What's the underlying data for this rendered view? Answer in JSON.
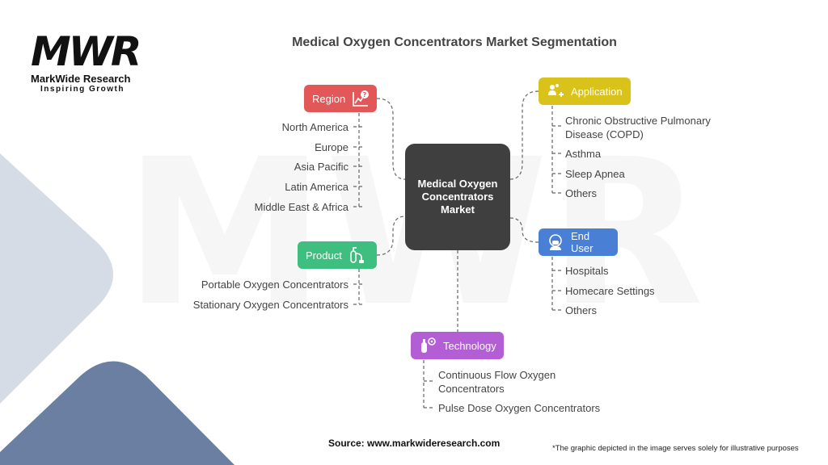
{
  "logo": {
    "mark": "MWR",
    "name": "MarkWide Research",
    "tagline": "Inspiring Growth"
  },
  "title": "Medical Oxygen Concentrators Market Segmentation",
  "center": "Medical Oxygen Concentrators Market",
  "categories": {
    "region": {
      "label": "Region",
      "color": "#e25757",
      "icon": "chart-question-icon",
      "items": [
        "North America",
        "Europe",
        "Asia Pacific",
        "Latin America",
        "Middle East & Africa"
      ]
    },
    "product": {
      "label": "Product",
      "color": "#3fbf7f",
      "icon": "oxygen-tank-icon",
      "items": [
        "Portable Oxygen Concentrators",
        "Stationary Oxygen Concentrators"
      ]
    },
    "application": {
      "label": "Application",
      "color": "#d9c21a",
      "icon": "users-plus-icon",
      "items": [
        "Chronic Obstructive Pulmonary Disease (COPD)",
        "Asthma",
        "Sleep Apnea",
        "Others"
      ]
    },
    "enduser": {
      "label": "End User",
      "color": "#4a7fd6",
      "icon": "patient-mask-icon",
      "items": [
        "Hospitals",
        "Homecare Settings",
        "Others"
      ]
    },
    "technology": {
      "label": "Technology",
      "color": "#b45ed6",
      "icon": "cylinder-gear-icon",
      "items": [
        "Continuous Flow Oxygen Concentrators",
        "Pulse Dose Oxygen Concentrators"
      ]
    }
  },
  "source": "Source: www.markwideresearch.com",
  "note": "*The graphic depicted in the image serves solely for illustrative purposes"
}
